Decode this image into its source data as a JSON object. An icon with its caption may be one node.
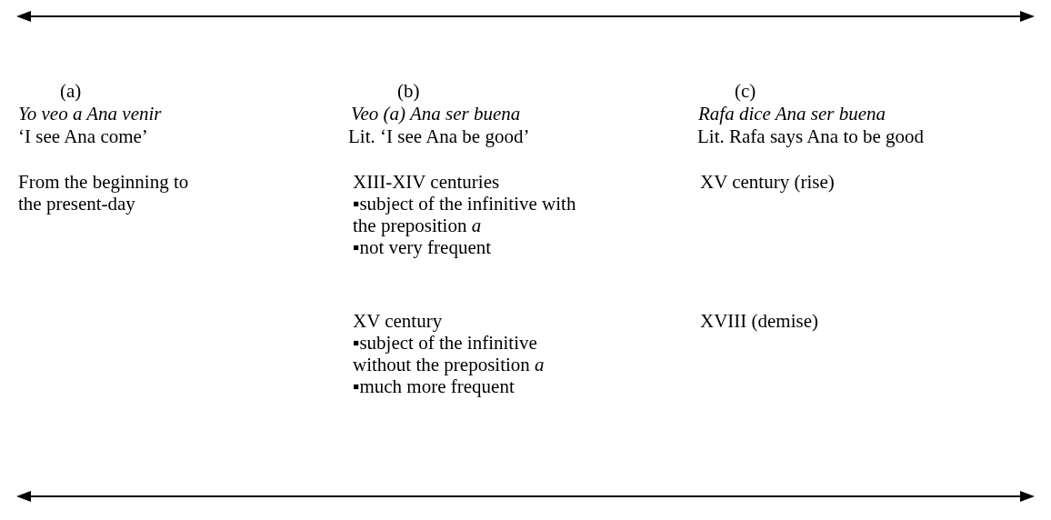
{
  "diagram": {
    "labels": [
      "(a)",
      "(b)",
      "(c)",
      "Yo veo a Ana venir",
      "Veo (a) Ana ser buena",
      "Rafa dice Ana ser buena",
      "‘I see Ana come’",
      "Lit. ‘I see Ana be good’",
      "Lit. Rafa says Ana to be good",
      "From the beginning to the present-day",
      "XIII-XIV centuries",
      "XV century (rise)",
      "▪subject of the infinitive with the preposition *a*",
      "▪not very frequent",
      "XV century",
      "XVIII (demise)",
      "▪subject of the infinitive without the preposition *a*",
      "▪much more frequent"
    ]
  }
}
